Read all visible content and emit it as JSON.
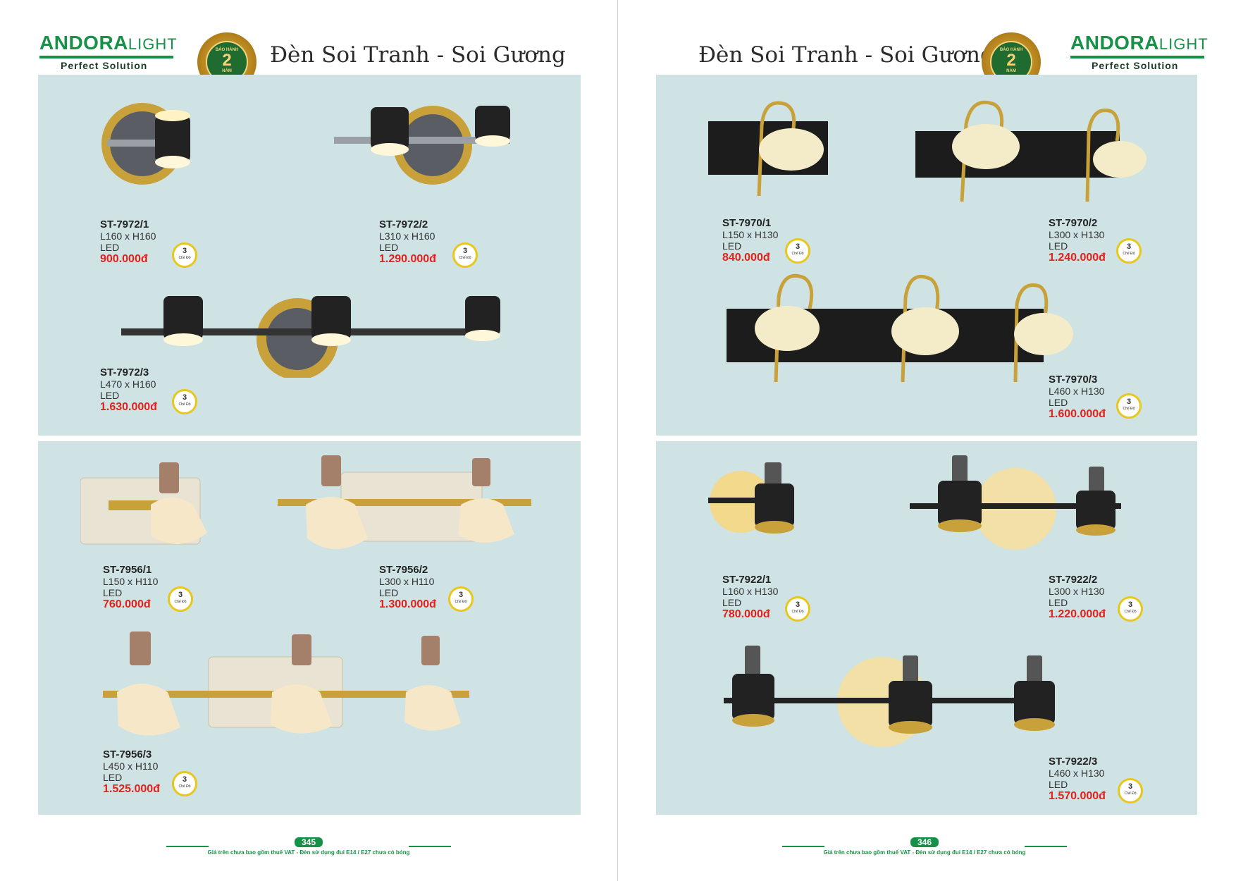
{
  "brand": {
    "name": "ANDORA",
    "light": "LIGHT",
    "tagline": "Perfect Solution"
  },
  "warranty": {
    "top": "BẢO HÀNH",
    "years": "2",
    "bottom": "NĂM"
  },
  "colors": {
    "brand_green": "#179147",
    "price_red": "#e0221b",
    "panel": "#cfe3e5",
    "gold": "#c9a13a"
  },
  "pages": [
    {
      "title": "Đèn Soi Tranh - Soi Gương",
      "page_number": "345",
      "footer_note": "Giá trên chưa bao gồm thuế VAT - Đèn sử dụng đui E14 / E27 chưa có bóng",
      "products": [
        {
          "code": "ST-7972/1",
          "dims": "L160 x H160",
          "type": "LED",
          "price": "900.000đ"
        },
        {
          "code": "ST-7972/2",
          "dims": "L310 x H160",
          "type": "LED",
          "price": "1.290.000đ"
        },
        {
          "code": "ST-7972/3",
          "dims": "L470 x H160",
          "type": "LED",
          "price": "1.630.000đ"
        },
        {
          "code": "ST-7956/1",
          "dims": "L150 x H110",
          "type": "LED",
          "price": "760.000đ"
        },
        {
          "code": "ST-7956/2",
          "dims": "L300 x H110",
          "type": "LED",
          "price": "1.300.000đ"
        },
        {
          "code": "ST-7956/3",
          "dims": "L450 x H110",
          "type": "LED",
          "price": "1.525.000đ"
        }
      ]
    },
    {
      "title": "Đèn Soi Tranh - Soi Gương",
      "page_number": "346",
      "footer_note": "Giá trên chưa bao gồm thuế VAT - Đèn sử dụng đui E14 / E27 chưa có bóng",
      "products": [
        {
          "code": "ST-7970/1",
          "dims": "L150 x H130",
          "type": "LED",
          "price": "840.000đ"
        },
        {
          "code": "ST-7970/2",
          "dims": "L300 x H130",
          "type": "LED",
          "price": "1.240.000đ"
        },
        {
          "code": "ST-7970/3",
          "dims": "L460 x H130",
          "type": "LED",
          "price": "1.600.000đ"
        },
        {
          "code": "ST-7922/1",
          "dims": "L160 x H130",
          "type": "LED",
          "price": "780.000đ"
        },
        {
          "code": "ST-7922/2",
          "dims": "L300 x H130",
          "type": "LED",
          "price": "1.220.000đ"
        },
        {
          "code": "ST-7922/3",
          "dims": "L460 x H130",
          "type": "LED",
          "price": "1.570.000đ"
        }
      ]
    }
  ],
  "mode_badge": {
    "number": "3",
    "label": "Chế Độ"
  }
}
